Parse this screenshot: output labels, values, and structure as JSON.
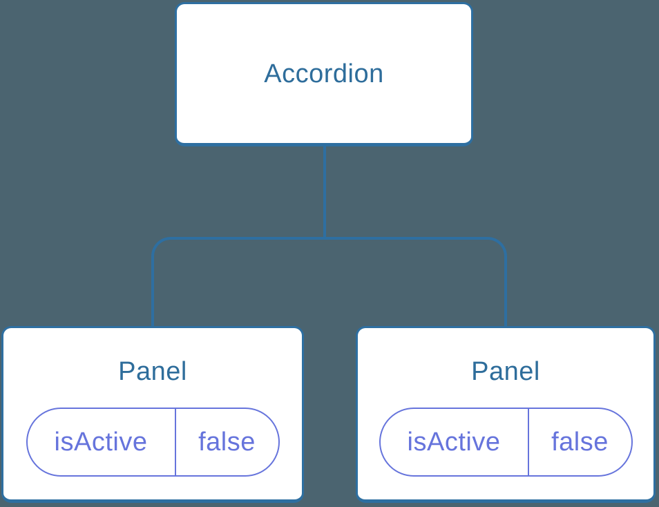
{
  "colors": {
    "bg": "#4B6470",
    "line": "#2E6FA1",
    "card": "#FFFFFF",
    "title": "#2E6D9B",
    "accent": "#6674DC"
  },
  "tree": {
    "root": {
      "label": "Accordion"
    },
    "children": [
      {
        "label": "Panel",
        "props": [
          {
            "name": "isActive",
            "value": "false"
          }
        ]
      },
      {
        "label": "Panel",
        "props": [
          {
            "name": "isActive",
            "value": "false"
          }
        ]
      }
    ]
  }
}
